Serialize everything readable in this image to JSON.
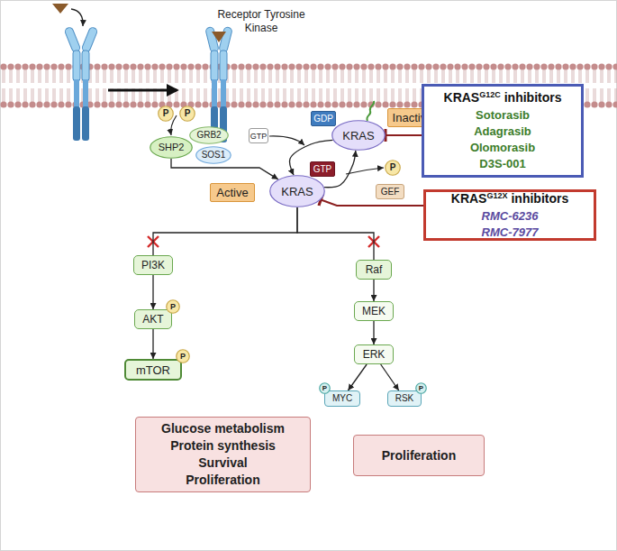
{
  "diagram": {
    "nodes": [
      {
        "text": [
          "P"
        ]
      },
      {
        "text": [
          "P"
        ]
      },
      {
        "text": [
          "GDP"
        ]
      },
      {
        "text": [
          "Inactive"
        ]
      },
      {
        "text": [
          "KRAS",
          "G12C",
          "inhibitors",
          "Sotorasib",
          "Adagrasib",
          "Olomorasib",
          "D3S-001"
        ]
      },
      {
        "text": [
          "GRB2"
        ]
      },
      {
        "text": [
          "GTP"
        ]
      },
      {
        "text": [
          "KRAS"
        ]
      },
      {
        "text": [
          "SHP2"
        ]
      },
      {
        "text": [
          "SOS1"
        ]
      },
      {
        "text": [
          "GTP"
        ]
      },
      {
        "text": [
          "P"
        ]
      },
      {
        "text": [
          "Active"
        ]
      },
      {
        "text": [
          "GEF"
        ]
      },
      {
        "text": [
          "KRAS"
        ]
      },
      {
        "text": [
          "KRAS",
          "G12X",
          "inhibitors",
          "RMC-6236",
          "RMC-7977"
        ]
      },
      {
        "text": [
          "PI3K"
        ]
      },
      {
        "text": [
          "Raf"
        ]
      },
      {
        "text": [
          "P"
        ]
      },
      {
        "text": [
          "AKT"
        ]
      },
      {
        "text": [
          "MEK"
        ]
      },
      {
        "text": [
          "P"
        ]
      },
      {
        "text": [
          "ERK"
        ]
      },
      {
        "text": [
          "mTOR"
        ]
      },
      {
        "text": [
          "P"
        ]
      },
      {
        "text": [
          "P"
        ]
      },
      {
        "text": [
          "MYC"
        ]
      },
      {
        "text": [
          "RSK"
        ]
      },
      {
        "text": [
          "Glucose metabolism",
          "Protein synthesis",
          "Survival",
          "Proliferation"
        ]
      },
      {
        "text": [
          "Proliferation"
        ]
      }
    ],
    "edges": [
      {
        "from": 8,
        "to": 14,
        "arrow": "to"
      },
      {
        "from": 7,
        "to": 14,
        "arrow": "to"
      },
      {
        "from": 14,
        "to": 7,
        "arrow": "to"
      },
      {
        "from": 4,
        "to": 7,
        "arrow": "to"
      },
      {
        "from": 15,
        "to": 14,
        "arrow": "to"
      },
      {
        "from": 14,
        "to": 16,
        "arrow": "none"
      },
      {
        "from": 14,
        "to": 17,
        "arrow": "none"
      },
      {
        "from": 16,
        "to": 19,
        "arrow": "to"
      },
      {
        "from": 19,
        "to": 23,
        "arrow": "to"
      },
      {
        "from": 17,
        "to": 20,
        "arrow": "to"
      },
      {
        "from": 20,
        "to": 22,
        "arrow": "to"
      },
      {
        "from": 22,
        "to": 26,
        "arrow": "to"
      },
      {
        "from": 22,
        "to": 27,
        "arrow": "to"
      }
    ],
    "labels": [
      "Receptor Tyrosine Kinase"
    ]
  }
}
